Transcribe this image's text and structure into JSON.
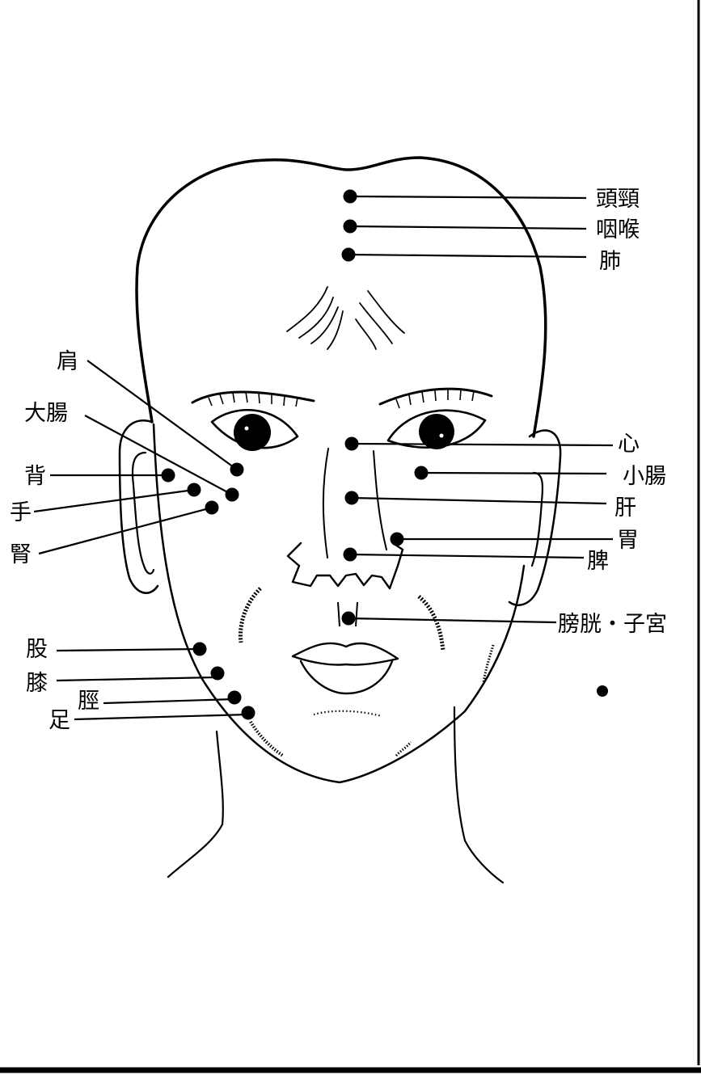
{
  "diagram": {
    "labels": {
      "head_neck": "頭頸",
      "throat": "咽喉",
      "lung": "肺",
      "shoulder": "肩",
      "large_intestine": "大腸",
      "back": "背",
      "hand": "手",
      "kidney": "腎",
      "heart": "心",
      "small_intestine": "小腸",
      "liver": "肝",
      "stomach": "胃",
      "spleen": "脾",
      "bladder_uterus": "膀胱・子宮",
      "thigh": "股",
      "knee": "膝",
      "shin": "脛",
      "foot": "足"
    },
    "colors": {
      "ink": "#000000",
      "paper": "#ffffff"
    }
  }
}
